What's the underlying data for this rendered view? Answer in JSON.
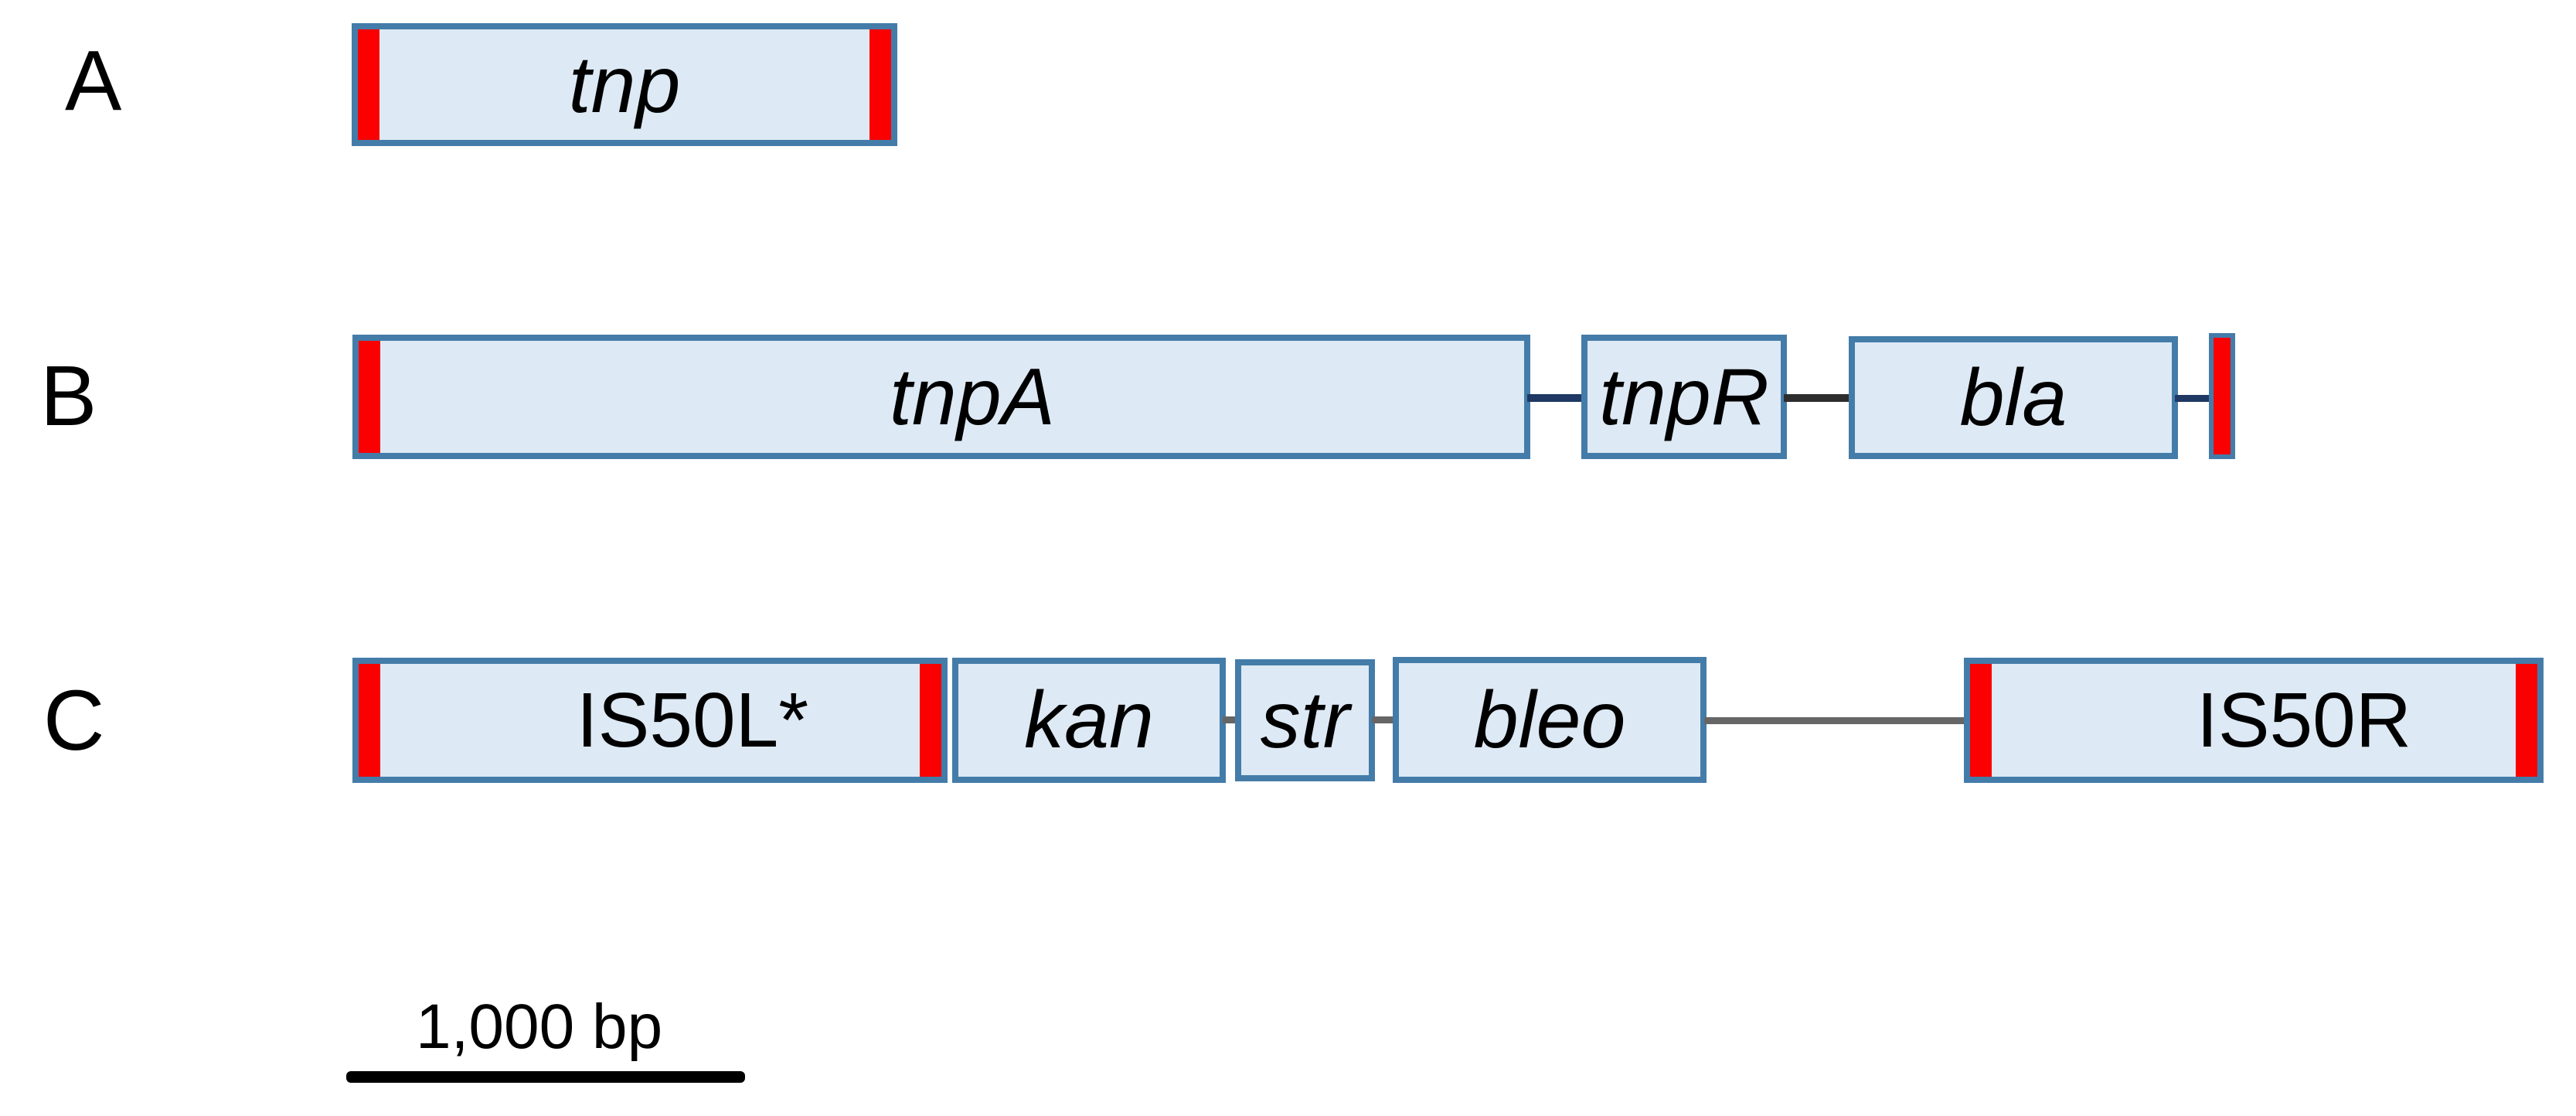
{
  "panels": {
    "a": {
      "label": "A",
      "genes": {
        "tnp": "tnp"
      }
    },
    "b": {
      "label": "B",
      "genes": {
        "tnpA": "tnpA",
        "tnpR": "tnpR",
        "bla": "bla"
      }
    },
    "c": {
      "label": "C",
      "genes": {
        "is50l": "IS50L*",
        "kan": "kan",
        "str": "str",
        "bleo": "bleo",
        "is50r": "IS50R"
      }
    }
  },
  "scale_bar": {
    "label": "1,000 bp"
  },
  "colors": {
    "box_fill": "#dde9f4",
    "box_border": "#447ca9",
    "inverted_repeat": "#fa0000",
    "connector_navy": "#1f3864",
    "connector_dark": "#2d2d2d",
    "connector_gray": "#666666",
    "scale_bar": "#000000",
    "text": "#000000",
    "background": "#ffffff"
  }
}
